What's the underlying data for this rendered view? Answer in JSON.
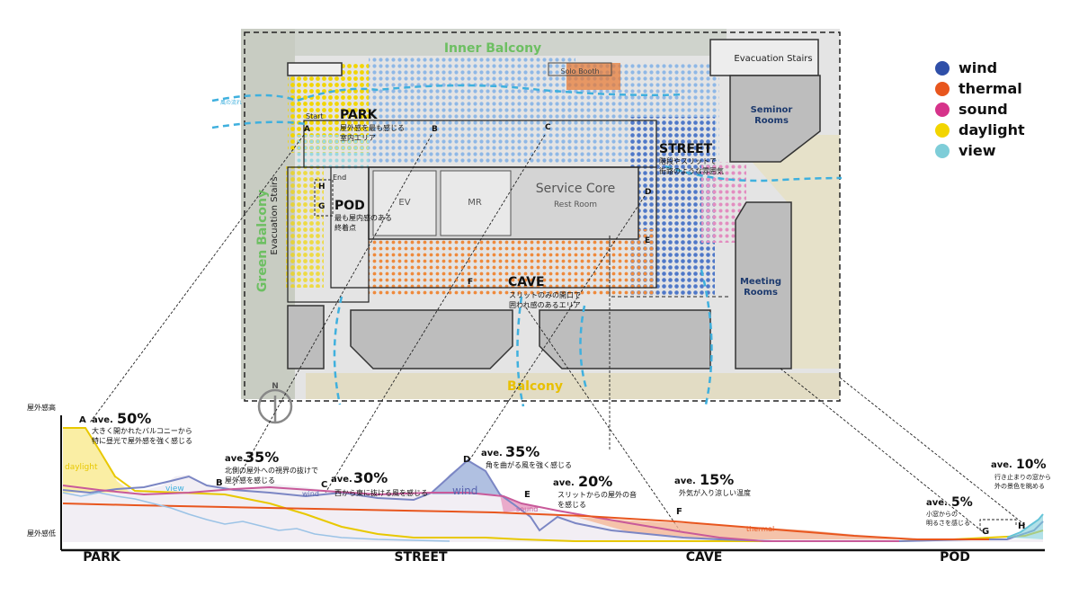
{
  "plan": {
    "inner_balcony": "Inner Balcony",
    "green_balcony": "Green Balcony",
    "balcony": "Balcony",
    "evac_stairs_top": "Evacuation Stairs",
    "evac_stairs_left": "Evacuation Stairs",
    "solo_booth": "Solo Booth",
    "seminar_rooms": "Seminor\nRooms",
    "meeting_rooms": "Meeting\nRooms",
    "service_core": "Service Core",
    "rest_room": "Rest Room",
    "ev": "EV",
    "mr": "MR",
    "wind_flow": "風の流れ",
    "start": "Start",
    "end": "End",
    "north": "N",
    "zones": [
      {
        "title": "PARK",
        "desc1": "屋外感を最も感じる",
        "desc2": "室内エリア"
      },
      {
        "title": "STREET",
        "desc1": "階段やスリットで",
        "desc2": "街路のような雰囲気"
      },
      {
        "title": "POD",
        "desc1": "最も屋内感のある",
        "desc2": "終着点"
      },
      {
        "title": "CAVE",
        "desc1": "スリットのみの開口で",
        "desc2": "囲われ感のあるエリア"
      }
    ],
    "points": [
      "A",
      "B",
      "C",
      "D",
      "E",
      "F",
      "G",
      "H"
    ]
  },
  "legend": [
    {
      "label": "wind",
      "color": "#2f4fa8"
    },
    {
      "label": "thermal",
      "color": "#e8561e"
    },
    {
      "label": "sound",
      "color": "#d6338a"
    },
    {
      "label": "daylight",
      "color": "#f2d500"
    },
    {
      "label": "view",
      "color": "#7ecdd8"
    }
  ],
  "chart": {
    "y_high": "屋外感高",
    "y_low": "屋外感低",
    "zones": [
      "PARK",
      "STREET",
      "CAVE",
      "POD"
    ],
    "series_labels": {
      "daylight": "daylight",
      "view": "view",
      "wind": "wind",
      "wind2": "wind",
      "sound": "sound",
      "thermal": "thermal"
    },
    "annotations": [
      {
        "point": "A",
        "ave": "ave.",
        "pct": "50%",
        "line1": "大きく開かれたバルコニーから",
        "line2": "特に昼光で屋外感を強く感じる"
      },
      {
        "point": "B",
        "ave": "ave.",
        "pct": "35%",
        "line1": "北側の屋外への視界の抜けで",
        "line2": "屋外感を感じる"
      },
      {
        "point": "C",
        "ave": "ave.",
        "pct": "30%",
        "line1": "西から東に抜ける風を感じる",
        "line2": ""
      },
      {
        "point": "D",
        "ave": "ave.",
        "pct": "35%",
        "line1": "角を曲がる風を強く感じる",
        "line2": ""
      },
      {
        "point": "E",
        "ave": "ave.",
        "pct": "20%",
        "line1": "スリットからの屋外の音",
        "line2": "を感じる"
      },
      {
        "point": "F",
        "ave": "ave.",
        "pct": "15%",
        "line1": "外気が入り涼しい温度",
        "line2": ""
      },
      {
        "point": "G",
        "ave": "ave.",
        "pct": "5%",
        "line1": "小窓からの",
        "line2": "明るさを感じる"
      },
      {
        "point": "H",
        "ave": "ave.",
        "pct": "10%",
        "line1": "行き止まりの窓から",
        "line2": "外の景色を眺める"
      }
    ]
  }
}
